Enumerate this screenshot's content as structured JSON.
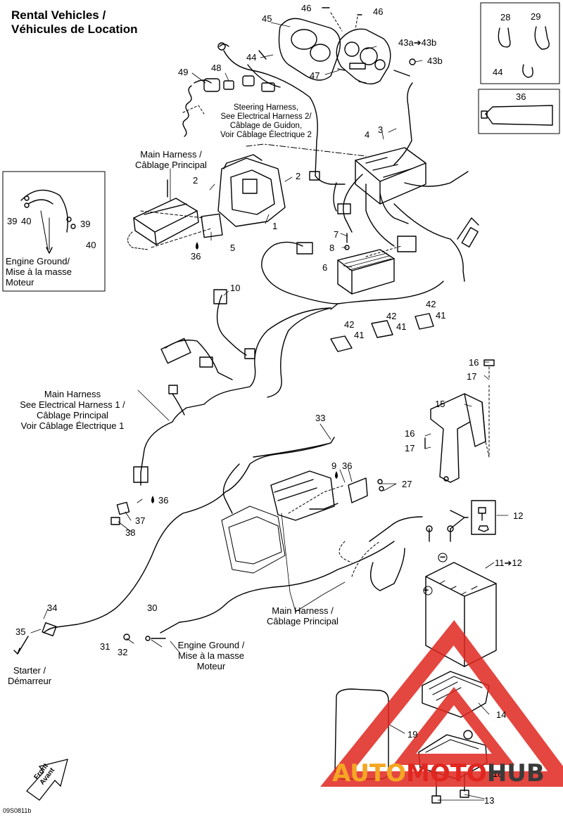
{
  "title": {
    "line1": "Rental Vehicles /",
    "line2": "Véhicules de Location"
  },
  "callouts": {
    "steering_harness": [
      "Steering Harness,",
      "See Electrical Harness 2/",
      "Câblage de Guidon,",
      "Voir Câblage Électrique 2"
    ],
    "main_harness_top": [
      "Main Harness /",
      "Câblage Principal"
    ],
    "engine_ground_inset": [
      "Engine Ground/",
      "Mise à la masse",
      "Moteur"
    ],
    "main_harness_mid": [
      "Main Harness",
      "See Electrical Harness 1 /",
      "Câblage Principal",
      "Voir Câblage Électrique 1"
    ],
    "main_harness_bottom": [
      "Main Harness /",
      "Câblage Principal"
    ],
    "engine_ground_bottom": [
      "Engine Ground /",
      "Mise à la masse",
      "Moteur"
    ],
    "starter": [
      "Starter /",
      "Démarreur"
    ],
    "front": [
      "Front",
      "Avant"
    ]
  },
  "part_numbers": {
    "n1": "1",
    "n2a": "2",
    "n2b": "2",
    "n3": "3",
    "n4": "4",
    "n5": "5",
    "n6": "6",
    "n7": "7",
    "n8": "8",
    "n9": "9",
    "n10": "10",
    "n11": "11➔12",
    "n12": "12",
    "n13": "13",
    "n14": "14",
    "n15": "15",
    "n16a": "16",
    "n16b": "16",
    "n17a": "17",
    "n17b": "17",
    "n18": "18",
    "n19": "19",
    "n27": "27",
    "n28": "28",
    "n29": "29",
    "n30": "30",
    "n31": "31",
    "n32": "32",
    "n33": "33",
    "n34": "34",
    "n35": "35",
    "n36a": "36",
    "n36b": "36",
    "n36c": "36",
    "n36d": "36",
    "n37": "37",
    "n38": "38",
    "n39a": "39",
    "n39b": "39",
    "n40a": "40",
    "n40b": "40",
    "n41a": "41",
    "n41b": "41",
    "n41c": "41",
    "n42a": "42",
    "n42b": "42",
    "n42c": "42",
    "n43a": "43a➔43b",
    "n43b": "43b",
    "n44a": "44",
    "n44b": "44",
    "n45": "45",
    "n46a": "46",
    "n46b": "46",
    "n47": "47",
    "n48": "48",
    "n49": "49"
  },
  "battery_signs": {
    "plus": "+",
    "minus": "−"
  },
  "watermark": {
    "auto": "AUTO",
    "moto": "MOTO",
    "hub": "HUB"
  },
  "diagram_code": "09S0811b",
  "colors": {
    "ink": "#000000",
    "watermark_red": "#e0261f",
    "watermark_orange": "#f5a623",
    "watermark_dark": "#3a3a3a",
    "inset_fill": "#f2f2f2"
  }
}
